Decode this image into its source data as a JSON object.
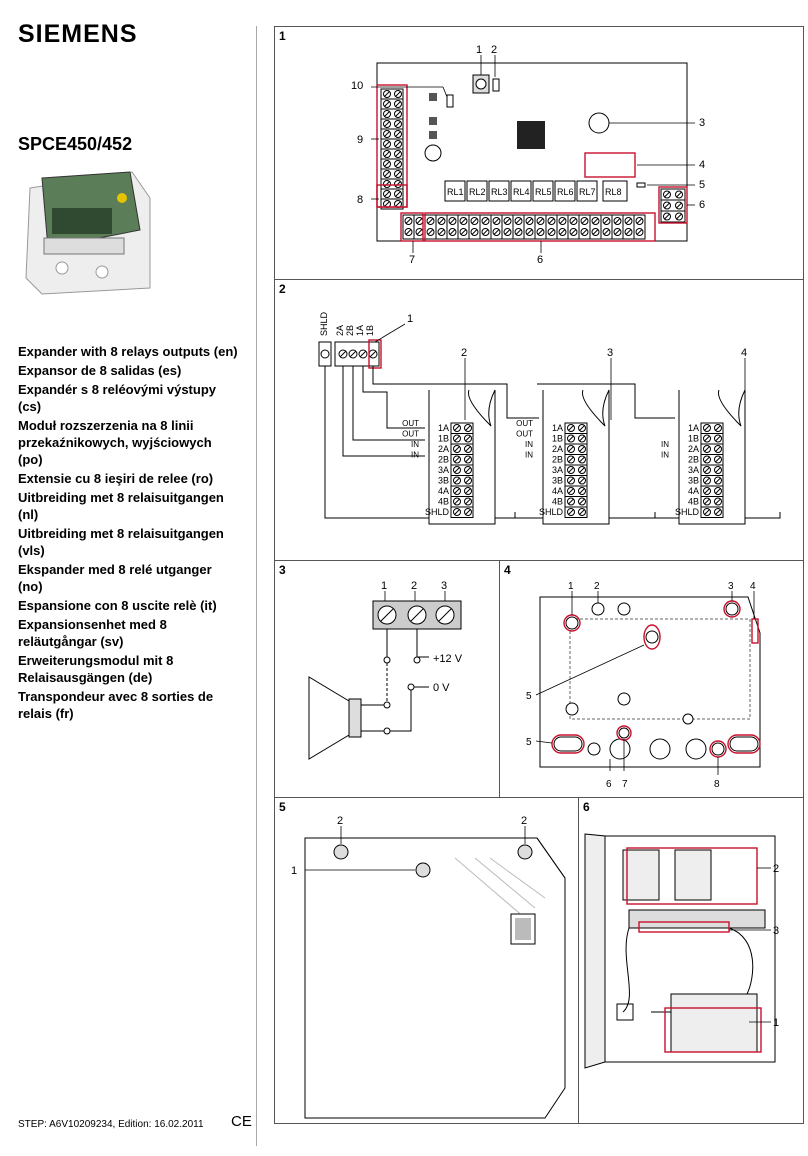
{
  "brand": "SIEMENS",
  "model": "SPCE450/452",
  "languages": [
    "Expander with 8 relays outputs (en)",
    "Expansor de 8 salidas (es)",
    "Expandér s 8 reléovými výstupy (cs)",
    "Moduł rozszerzenia na 8 linii przekaźnikowych, wyjściowych (po)",
    "Extensie cu 8 ieşiri de relee (ro)",
    "Uitbreiding met 8 relaisuitgangen (nl)",
    "Uitbreiding met 8 relaisuitgangen (vls)",
    "Ekspander med 8 relé utganger (no)",
    "Espansione con 8 uscite relè (it)",
    "Expansionsenhet med 8 reläutgångar (sv)",
    "Erweiterungsmodul mit 8 Relaisausgängen (de)",
    "Transpondeur avec 8 sorties de relais (fr)"
  ],
  "footer": "STEP: A6V10209234, Edition: 16.02.2011",
  "ce_mark": "CE",
  "panels": {
    "p1": {
      "number": "1",
      "callouts": [
        "1",
        "2",
        "3",
        "4",
        "5",
        "6",
        "7",
        "6",
        "8",
        "9",
        "10"
      ],
      "relays": [
        "RL1",
        "RL2",
        "RL3",
        "RL4",
        "RL5",
        "RL6",
        "RL7",
        "RL8"
      ]
    },
    "p2": {
      "number": "2",
      "callouts": [
        "1",
        "2",
        "3",
        "4"
      ],
      "top_terms": [
        "SHLD",
        "2A",
        "2B",
        "1A",
        "1B"
      ],
      "term_labels": [
        "1A",
        "1B",
        "2A",
        "2B",
        "3A",
        "3B",
        "4A",
        "4B",
        "SHLD"
      ],
      "out_label": "OUT",
      "in_label": "IN"
    },
    "p3": {
      "number": "3",
      "callouts": [
        "1",
        "2",
        "3"
      ],
      "v12": "+12 V",
      "v0": "0 V"
    },
    "p4": {
      "number": "4",
      "callouts": [
        "1",
        "2",
        "3",
        "4",
        "5",
        "5",
        "6",
        "7",
        "8"
      ]
    },
    "p5": {
      "number": "5",
      "callouts": [
        "2",
        "2",
        "1"
      ]
    },
    "p6": {
      "number": "6",
      "callouts": [
        "2",
        "3",
        "1"
      ]
    }
  }
}
